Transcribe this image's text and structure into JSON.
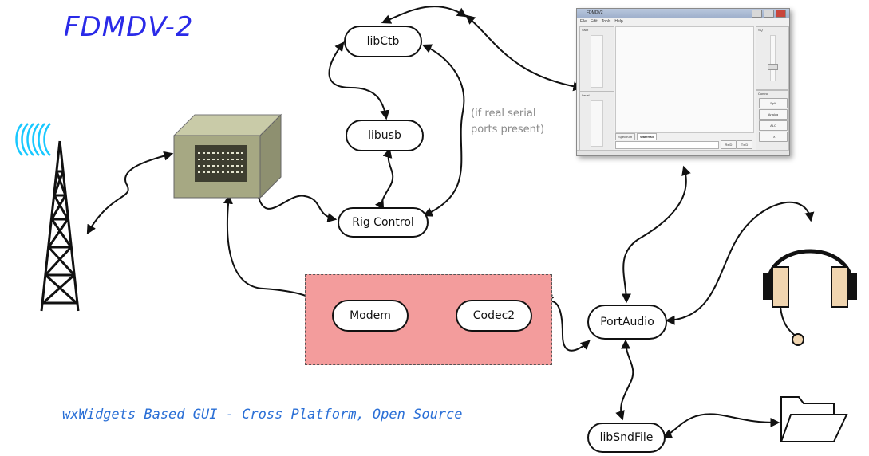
{
  "title": "FDMDV-2",
  "subtitle": "wxWidgets Based GUI - Cross Platform, Open Source",
  "nodes": {
    "libctb": "libCtb",
    "libusb": "libusb",
    "rig_control": "Rig Control",
    "modem": "Modem",
    "codec2": "Codec2",
    "portaudio": "PortAudio",
    "libsndfile": "libSndFile"
  },
  "serial_note": {
    "line1": "(if real serial",
    "line2": "ports present)"
  },
  "app_window": {
    "title": "FDMDV2",
    "menu": [
      "File",
      "Edit",
      "Tools",
      "Help"
    ],
    "snr_label": "SNR",
    "level_label": "Level",
    "sq_label": "SQ",
    "control_label": "Control",
    "tabs": [
      "Spectrum",
      "Waterfall"
    ],
    "rxid_label": "RxID",
    "txid_label": "TxID",
    "control_buttons": [
      "Split",
      "Analog",
      "ALC",
      "TX"
    ]
  },
  "colors": {
    "title_blue": "#2a2ae8",
    "subtitle_blue": "#2a6fd6",
    "signal_cyan": "#19c8ff",
    "red_group": "#f39c9c",
    "radio_box": "#a6a883",
    "headphone_cushion": "#f0d5b0"
  },
  "icons": [
    "signal-waves-icon",
    "radio-tower-icon",
    "radio-transceiver-icon",
    "headphones-icon",
    "folder-icon"
  ]
}
